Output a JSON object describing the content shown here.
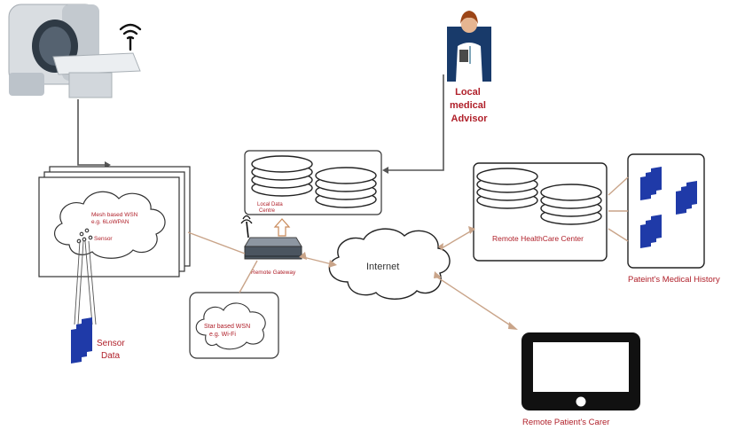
{
  "labels": {
    "local_advisor": [
      "Local",
      "medical",
      "Advisor"
    ],
    "mesh_wsn": [
      "Mesh based WSN",
      "e.g. 6LoWPAN"
    ],
    "sensor": "Sensor",
    "sensor_data": [
      "Sensor",
      "Data"
    ],
    "local_data_centre": [
      "Local Data",
      "Centre"
    ],
    "remote_gateway": "Remote Gateway",
    "star_wsn": [
      "Star based WSN",
      "e.g. Wi-Fi"
    ],
    "internet": "Internet",
    "remote_healthcare_center": "Remote HealthCare Center",
    "medical_history": "Pateint's Medical History",
    "remote_carer": "Remote Patient's Carer"
  },
  "colors": {
    "connector": "#c9a489",
    "arrow_dark": "#555555",
    "label_red": "#b0202a",
    "document_blue": "#1f3aa8",
    "device_black": "#111111"
  },
  "icons": {
    "mri": "mri-scanner-icon",
    "wifi": "wifi-icon",
    "doctor": "doctor-icon",
    "database": "database-icon",
    "gateway": "gateway-router-icon",
    "cloud": "cloud-icon",
    "documents": "document-stack-icon",
    "tablet": "tablet-icon"
  }
}
